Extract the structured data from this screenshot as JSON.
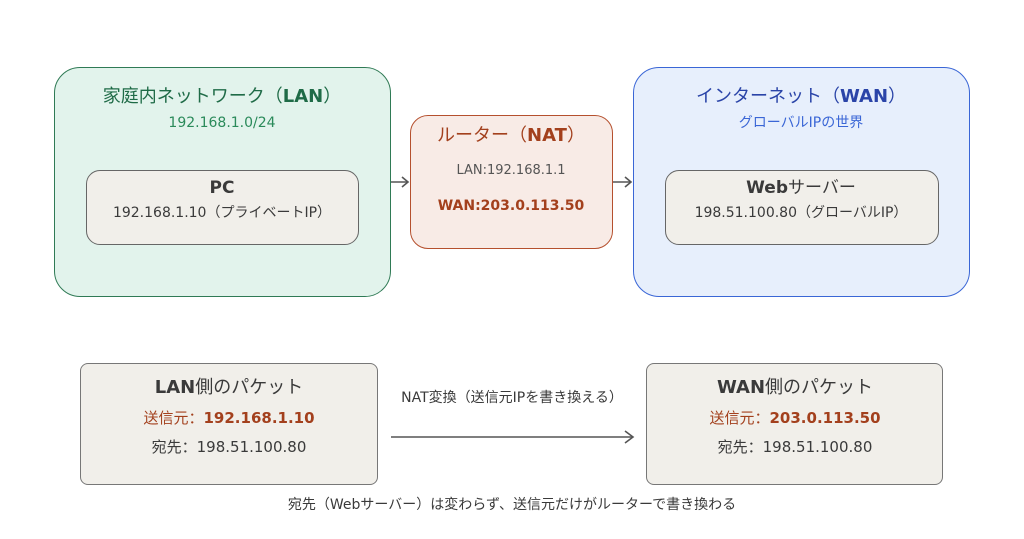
{
  "lan": {
    "title_prefix": "家庭内ネットワーク（",
    "title_bold": "LAN",
    "title_suffix": "）",
    "subnet": "192.168.1.0/24",
    "pc": {
      "name": "PC",
      "ip": "192.168.1.10（プライベートIP）"
    }
  },
  "router": {
    "title_prefix": "ルーター（",
    "title_bold": "NAT",
    "title_suffix": "）",
    "lan_ip": "LAN:192.168.1.1",
    "wan_ip": "WAN:203.0.113.50"
  },
  "wan": {
    "title_prefix": "インターネット（",
    "title_bold": "WAN",
    "title_suffix": "）",
    "subtitle": "グローバルIPの世界",
    "server": {
      "name_bold": "Web",
      "name_rest": "サーバー",
      "ip": "198.51.100.80（グローバルIP）"
    }
  },
  "packet_lan": {
    "title_bold": "LAN",
    "title_rest": "側のパケット",
    "src_label": "送信元：",
    "src_ip": "192.168.1.10",
    "dst": "宛先：198.51.100.80"
  },
  "packet_wan": {
    "title_bold": "WAN",
    "title_rest": "側のパケット",
    "src_label": "送信元：",
    "src_ip": "203.0.113.50",
    "dst": "宛先：198.51.100.80"
  },
  "nat_label": "NAT変換（送信元IPを書き換える）",
  "footnote": "宛先（Webサーバー）は変わらず、送信元だけがルーターで書き換わる",
  "colors": {
    "lan_green": "#2f7a55",
    "router_brown": "#b5502e",
    "wan_blue": "#3a66d6",
    "box_gray": "#f1efea"
  }
}
